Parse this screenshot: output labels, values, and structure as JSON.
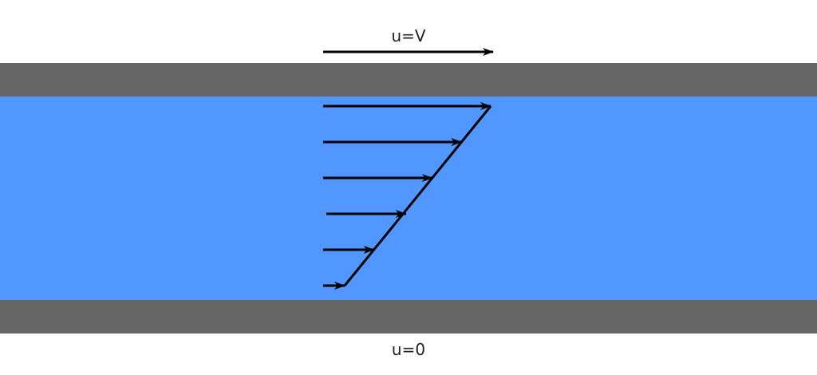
{
  "labels": {
    "top_velocity": "u=V",
    "bottom_velocity": "u=0"
  },
  "colors": {
    "plate": "#666666",
    "fluid": "#5297FF",
    "arrow": "#000000"
  },
  "velocity_profile_fractions": [
    1.0,
    0.8,
    0.6,
    0.42,
    0.2,
    0.0
  ]
}
